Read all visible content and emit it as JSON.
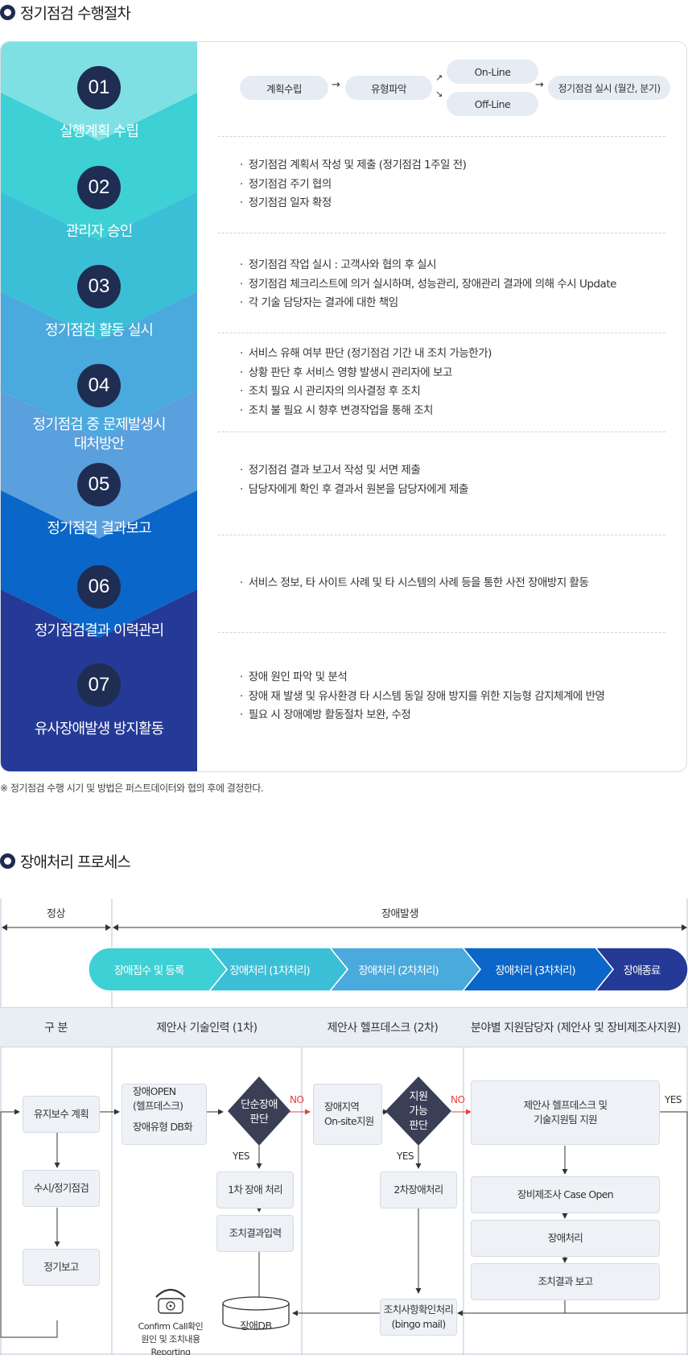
{
  "section1": {
    "title": "정기점검 수행절차",
    "stages": [
      {
        "num": "01",
        "label": "실행계획 수립",
        "color": "#7fe0e4"
      },
      {
        "num": "02",
        "label": "관리자 승인",
        "color": "#3dd0d4"
      },
      {
        "num": "03",
        "label": "정기점검  활동 실시",
        "color": "#3bbfd6"
      },
      {
        "num": "04",
        "label": "정기점검 중 문제발생시\n대처방안",
        "color": "#4aa9dd"
      },
      {
        "num": "05",
        "label": "정기점검 결과보고",
        "color": "#5a9fde"
      },
      {
        "num": "06",
        "label": "정기점검결과 이력관리",
        "color": "#0a66c8"
      },
      {
        "num": "07",
        "label": "유사장애발생 방지활동",
        "color": "#243a96"
      }
    ],
    "flow": {
      "plan": "계획수립",
      "type": "유형파악",
      "online": "On-Line",
      "offline": "Off-Line",
      "exec": "정기점검 실시 (월간, 분기)"
    },
    "details": [
      [
        "정기점검 계획서 작성 및 제출 (정기점검 1주일 전)",
        "정기점검 주기 협의",
        "정기점검 일자 확정"
      ],
      [
        "정기점검 작업  실시 : 고객사와 협의 후 실시",
        "정기점검 체크리스트에 의거 실시하며, 성능관리, 장애관리 결과에 의해 수시 Update",
        "각 기술 담당자는 결과에 대한 책임"
      ],
      [
        "서비스 유해 여부 판단 (정기점검 기간 내 조치 가능한가)",
        "상황 판단 후 서비스 영향 발생시 관리자에 보고",
        "조치 필요 시 관리자의 의사결정 후 조치",
        "조치 불 필요 시 향후 변경작업을 통해 조치"
      ],
      [
        "정기점검 결과 보고서 작성 및 서면 제출",
        "담당자에게 확인 후 결과서 원본을 담당자에게 제출"
      ],
      [
        "서비스 정보, 타 사이트 사례 및 타 시스템의 사례 등을 통한 사전 장애방지 활동"
      ],
      [
        "장애 원인 파악 및 분석",
        "장애 재 발생 및 유사환경 타 시스템 동일 장애 방지를 위한 지능형 감지체계에 반영",
        "필요 시 장애예방 활동절차 보완, 수정"
      ]
    ],
    "note": "※ 정기점검 수행 시기 및 방법은 퍼스트데이터와 협의 후에 결정한다."
  },
  "section2": {
    "title": "장애처리 프로세스",
    "normal": "정상",
    "fault": "장애발생",
    "steps": [
      {
        "label": "장애접수 및 등록",
        "color": "#3dd0d4"
      },
      {
        "label": "장애처리 (1차처리)",
        "color": "#3bbfd6"
      },
      {
        "label": "장애처리 (2차처리)",
        "color": "#4aa9dd"
      },
      {
        "label": "장애처리 (3차처리)",
        "color": "#0a66c8"
      },
      {
        "label": "장애종료",
        "color": "#243a96"
      }
    ],
    "headers": [
      "구 분",
      "제안사 기술인력 (1차)",
      "제안사 헬프데스크 (2차)",
      "분야별 지원담당자 (제안사 및 장비제조사지원)"
    ],
    "boxes": {
      "maintain": "유지보수 계획",
      "regular": "수시/정기점검",
      "report": "정기보고",
      "open": "장애OPEN\n(헬프데스크)",
      "dbize": "장애유형 DB화",
      "simple": "단순장애\n판단",
      "first": "1차 장애 처리",
      "input": "조치결과입력",
      "db": "장애DB",
      "onsite": "장애지역\nOn-site지원",
      "support": "지원\n가능\n판단",
      "second": "2차장애처리",
      "confirm_proc": "조치사항확인처리\n(bingo mail)",
      "team": "제안사 헬프데스크 및\n기술지원팀 지원",
      "caseopen": "장비제조사 Case Open",
      "fix": "장애처리",
      "result": "조치결과 보고"
    },
    "labels": {
      "no": "NO",
      "yes": "YES"
    },
    "confirm_note": "Confirm Call확인\n원인 및 조치내용 Reporting"
  }
}
